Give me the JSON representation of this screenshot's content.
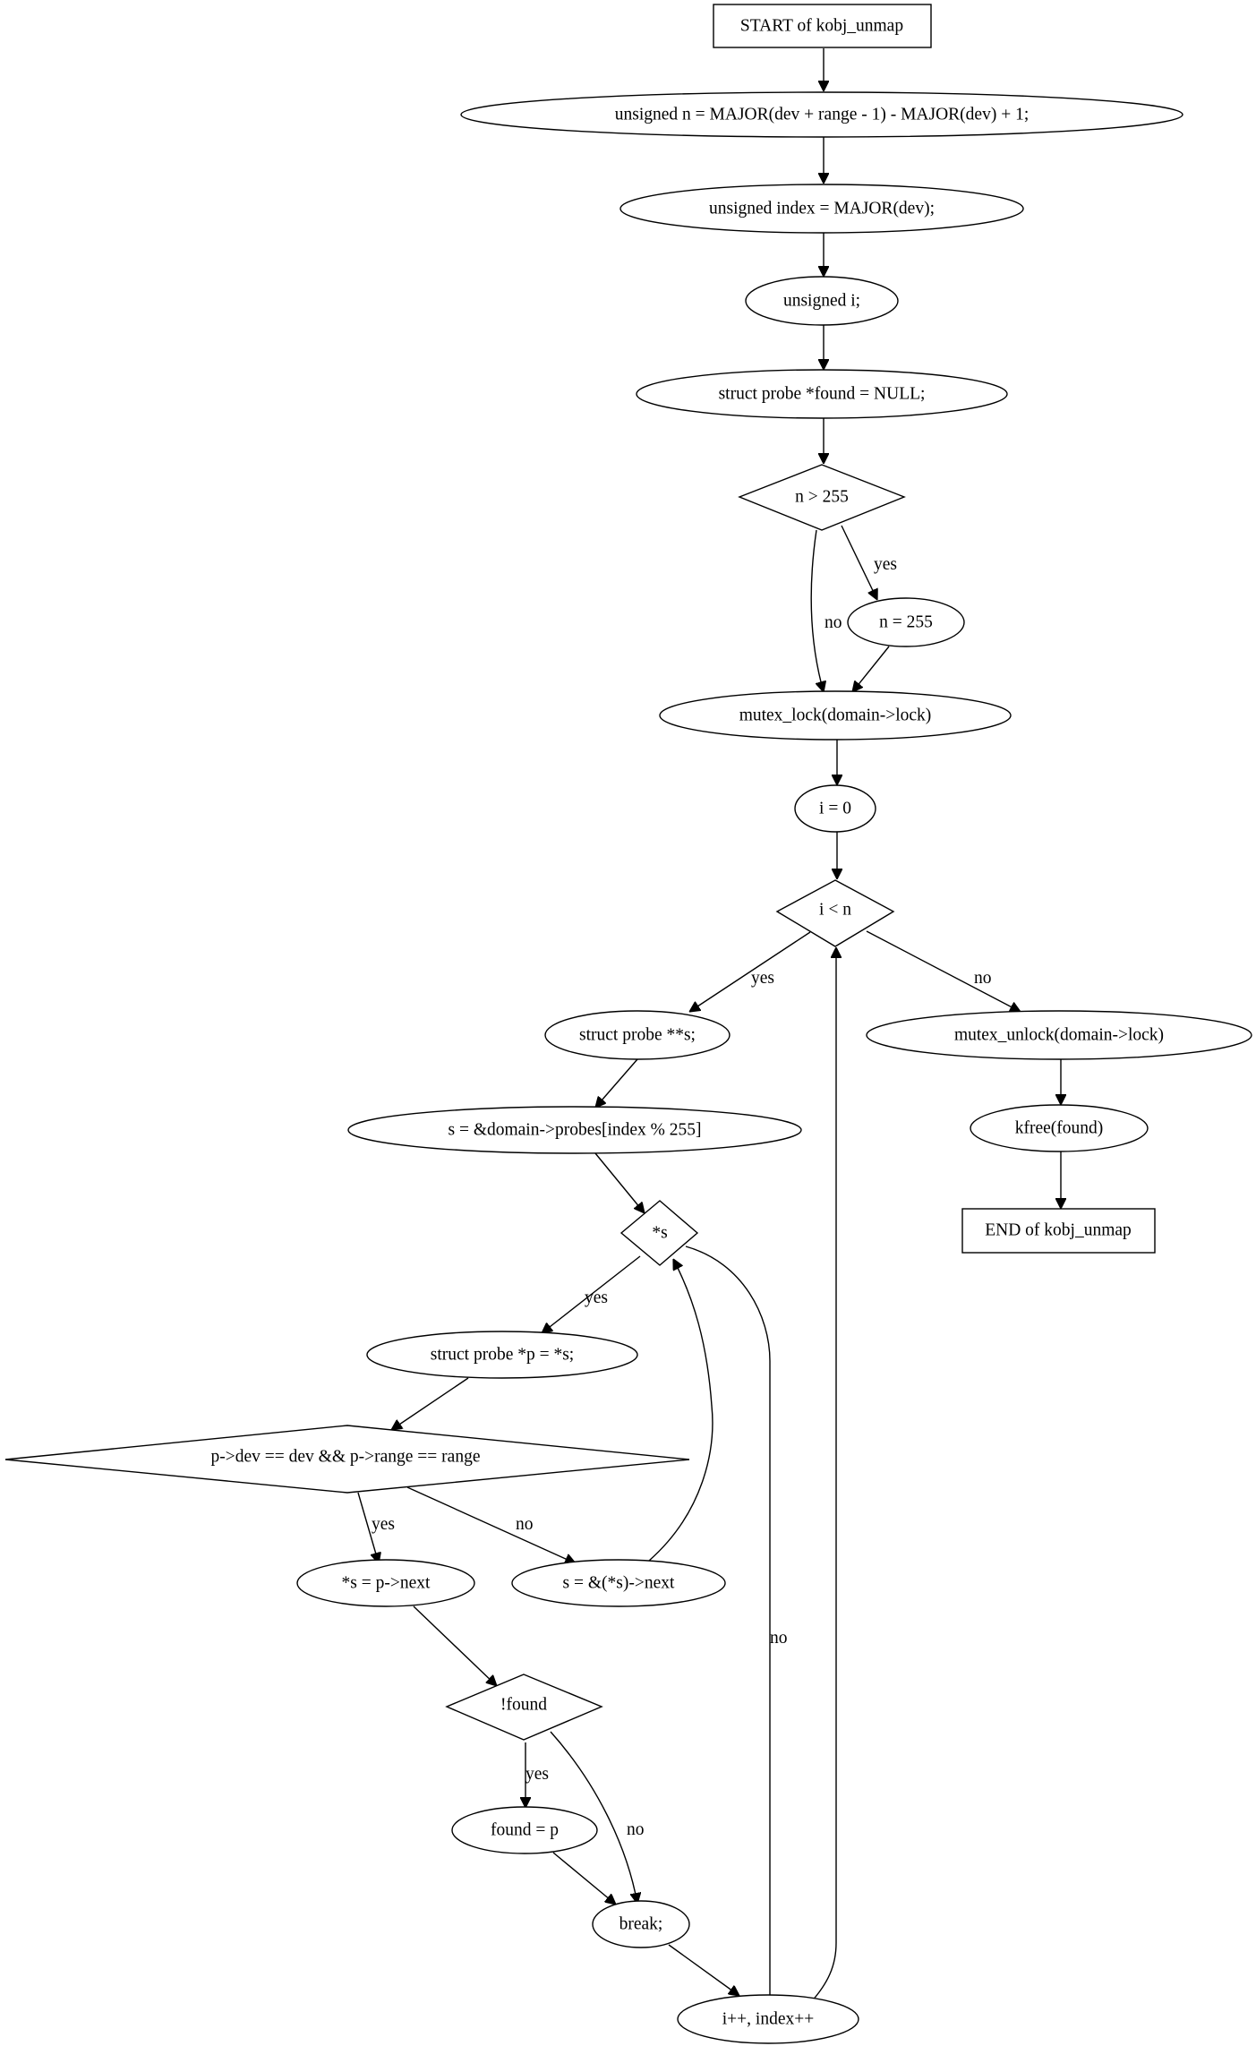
{
  "diagram": {
    "nodes": {
      "start": {
        "label": "START of kobj_unmap"
      },
      "n_calc": {
        "label": "unsigned n = MAJOR(dev + range - 1) - MAJOR(dev) + 1;"
      },
      "index_calc": {
        "label": "unsigned index = MAJOR(dev);"
      },
      "i_decl": {
        "label": "unsigned i;"
      },
      "found_decl": {
        "label": "struct probe *found = NULL;"
      },
      "n_check": {
        "label": "n > 255"
      },
      "n_set": {
        "label": "n = 255"
      },
      "mutex_lock": {
        "label": "mutex_lock(domain->lock)",
        "color": "#add8e6"
      },
      "i_init": {
        "label": "i = 0"
      },
      "i_check": {
        "label": "i < n"
      },
      "s_decl": {
        "label": "struct probe **s;"
      },
      "s_assign": {
        "label": "s = &domain->probes[index % 255]"
      },
      "s_check": {
        "label": "*s"
      },
      "p_decl": {
        "label": "struct probe *p = *s;"
      },
      "p_check": {
        "label": "p->dev == dev && p->range == range"
      },
      "s_next_assign": {
        "label": "*s = p->next"
      },
      "s_advance": {
        "label": "s = &(*s)->next"
      },
      "found_check": {
        "label": "!found"
      },
      "found_assign": {
        "label": "found = p"
      },
      "break_stmt": {
        "label": "break;"
      },
      "i_inc": {
        "label": "i++, index++"
      },
      "mutex_unlock": {
        "label": "mutex_unlock(domain->lock)",
        "color": "#ffff00"
      },
      "kfree": {
        "label": "kfree(found)"
      },
      "end": {
        "label": "END of kobj_unmap"
      }
    },
    "edge_labels": {
      "n_check_no": "no",
      "n_check_yes": "yes",
      "i_check_yes": "yes",
      "i_check_no": "no",
      "s_check_yes": "yes",
      "s_check_no": "no",
      "p_check_yes": "yes",
      "p_check_no": "no",
      "found_check_yes": "yes",
      "found_check_no": "no"
    }
  }
}
